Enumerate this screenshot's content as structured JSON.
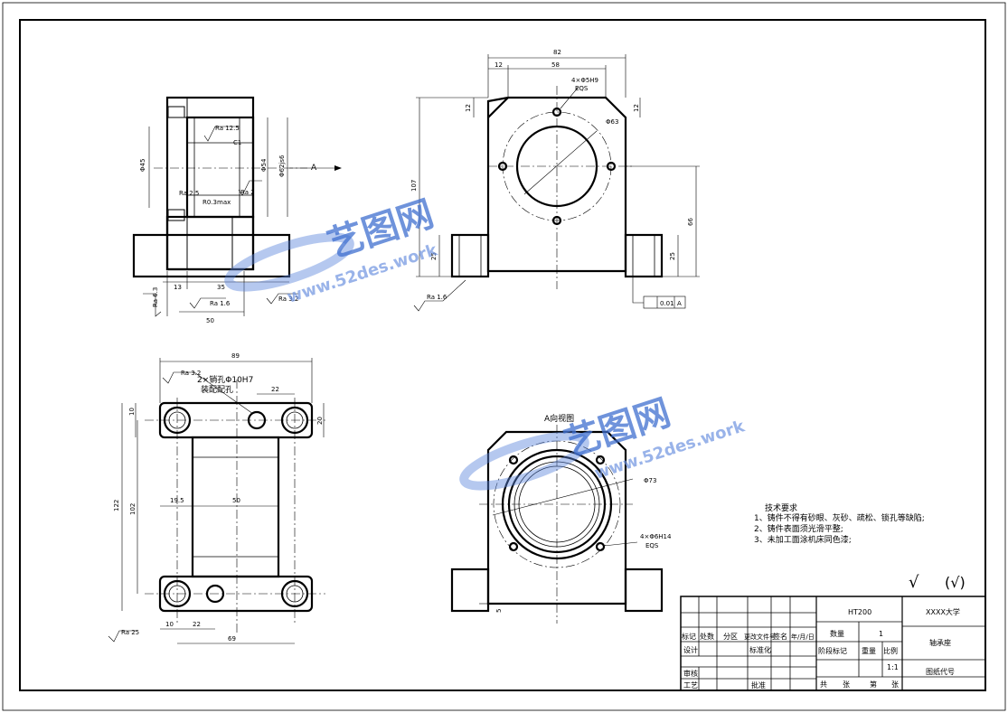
{
  "drawing": {
    "view_a_label": "A",
    "view_a_title": "A向视图",
    "tech_requirements": {
      "title": "技术要求",
      "items": [
        "1、铸件不得有砂眼、灰砂、疏松、锁孔等缺陷;",
        "2、铸件表面须光滑平整;",
        "3、未加工面涂机床同色漆;"
      ]
    },
    "roughness_mark": "√",
    "roughness_mark2": "(√)",
    "section_view": {
      "dims": [
        "Ra 12.5",
        "C1",
        "Φ45",
        "Φ54",
        "Φ62js6",
        "Ra 2.5",
        "Ra 2",
        "R0.3max",
        "Ra 6.3",
        "13",
        "35",
        "Ra 1.6",
        "Ra 3.2",
        "50"
      ]
    },
    "front_view": {
      "dims": [
        "82",
        "12",
        "58",
        "4×Φ5H9",
        "EQS",
        "12",
        "12",
        "Φ63",
        "107",
        "66",
        "25",
        "25",
        "Ra 1.6",
        "0.01",
        "A"
      ]
    },
    "top_view": {
      "dims": [
        "89",
        "Ra 3.2",
        "2×销孔Φ10H7",
        "装配配孔",
        "22",
        "10",
        "20",
        "122",
        "102",
        "19.5",
        "50",
        "10",
        "22",
        "69",
        "Ra 25"
      ]
    },
    "a_view": {
      "dims": [
        "Φ73",
        "4×Φ6H14",
        "EQS",
        "5"
      ]
    }
  },
  "title_block": {
    "material": "HT200",
    "org": "XXXX大学",
    "part_name": "轴承座",
    "drawing_no_label": "图纸代号",
    "qty_label": "数量",
    "qty_value": "1",
    "stage_label": "阶段标记",
    "weight_label": "重量",
    "scale_label": "比例",
    "scale_value": "1:1",
    "total_label": "共",
    "sheet_unit": "张",
    "page_label": "第",
    "page_unit": "张",
    "row_labels": {
      "mark": "标记",
      "count": "处数",
      "zone": "分区",
      "doc": "更改文件号",
      "sign": "签名",
      "date": "年/月/日",
      "design": "设计",
      "standard": "标准化",
      "check": "审核",
      "process": "工艺",
      "approve": "批准"
    }
  },
  "watermark": {
    "brand": "艺图网",
    "url": "www.52des.work"
  }
}
